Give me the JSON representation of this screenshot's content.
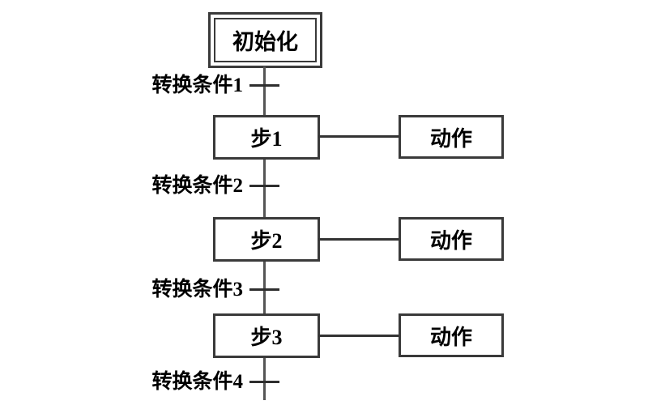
{
  "diagram": {
    "type": "sequential-function-chart",
    "init": {
      "label": "初始化"
    },
    "steps": [
      {
        "label": "步1",
        "action": "动作"
      },
      {
        "label": "步2",
        "action": "动作"
      },
      {
        "label": "步3",
        "action": "动作"
      }
    ],
    "transitions": [
      {
        "label": "转换条件1"
      },
      {
        "label": "转换条件2"
      },
      {
        "label": "转换条件3"
      },
      {
        "label": "转换条件4"
      }
    ],
    "colors": {
      "background": "#ffffff",
      "box_border": "#3a3a3a",
      "flow_line": "#555555",
      "transition_bar": "#2e2e2e",
      "text": "#000000"
    }
  }
}
